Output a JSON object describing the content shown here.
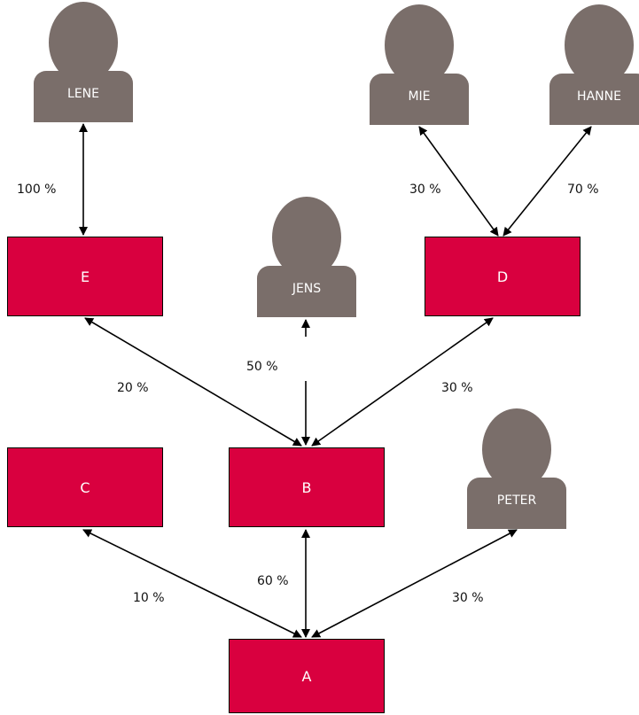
{
  "colors": {
    "entity_fill": "#d9003f",
    "person_fill": "#7a6e6a",
    "arrow": "#000000"
  },
  "entities": {
    "a": {
      "label": "A"
    },
    "b": {
      "label": "B"
    },
    "c": {
      "label": "C"
    },
    "d": {
      "label": "D"
    },
    "e": {
      "label": "E"
    }
  },
  "people": {
    "lene": {
      "name": "LENE",
      "icon": "person-icon"
    },
    "mie": {
      "name": "MIE",
      "icon": "person-icon"
    },
    "hanne": {
      "name": "HANNE",
      "icon": "person-icon"
    },
    "jens": {
      "name": "JENS",
      "icon": "person-icon"
    },
    "peter": {
      "name": "PETER",
      "icon": "person-icon"
    }
  },
  "ownership": [
    {
      "from": "LENE",
      "to": "E",
      "share": "100 %"
    },
    {
      "from": "MIE",
      "to": "D",
      "share": "30 %"
    },
    {
      "from": "HANNE",
      "to": "D",
      "share": "70 %"
    },
    {
      "from": "E",
      "to": "B",
      "share": "20 %"
    },
    {
      "from": "JENS",
      "to": "B",
      "share": "50 %"
    },
    {
      "from": "D",
      "to": "B",
      "share": "30 %"
    },
    {
      "from": "C",
      "to": "A",
      "share": "10 %"
    },
    {
      "from": "B",
      "to": "A",
      "share": "60 %"
    },
    {
      "from": "PETER",
      "to": "A",
      "share": "30 %"
    }
  ]
}
